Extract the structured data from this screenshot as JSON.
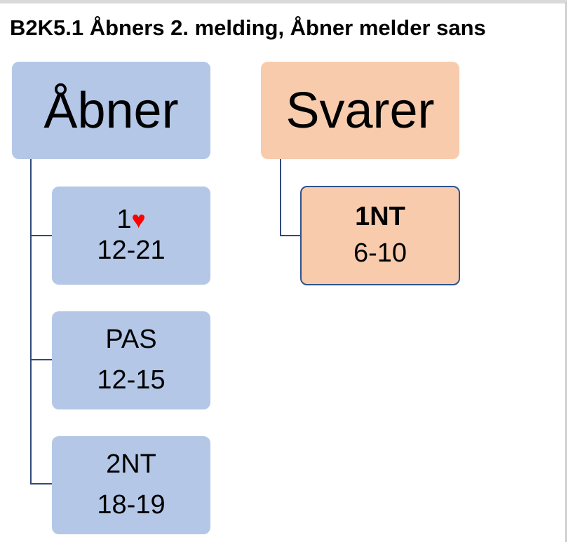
{
  "title": "B2K5.1 Åbners 2. melding, Åbner melder sans",
  "opener": {
    "label": "Åbner",
    "bids": [
      {
        "bid": "1",
        "suit_symbol": "♥",
        "range": "12-21"
      },
      {
        "bid": "PAS",
        "suit_symbol": "",
        "range": "12-15"
      },
      {
        "bid": "2NT",
        "suit_symbol": "",
        "range": "18-19"
      }
    ]
  },
  "responder": {
    "label": "Svarer",
    "bids": [
      {
        "bid": "1NT",
        "range": "6-10"
      }
    ]
  },
  "colors": {
    "opener_fill": "#b4c7e7",
    "responder_fill": "#f8cbad",
    "heart": "#ff0000",
    "connector": "#2f4b7c"
  }
}
